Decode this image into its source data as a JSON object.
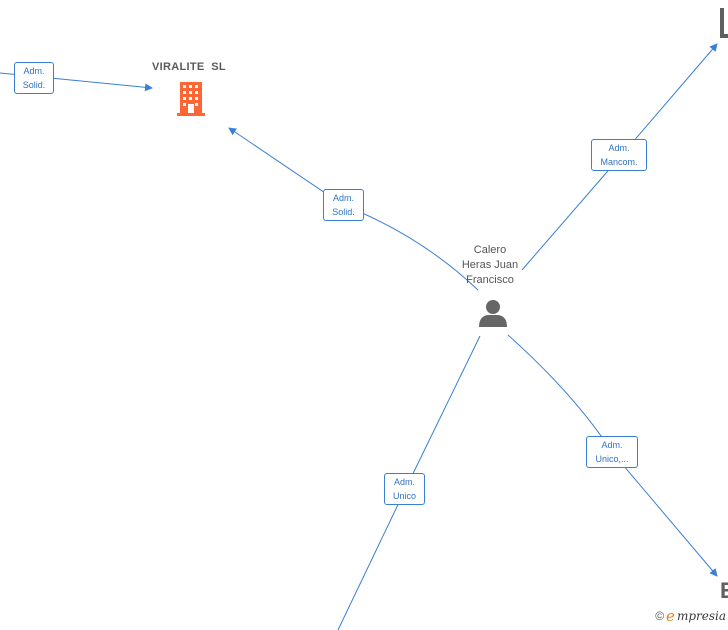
{
  "nodes": {
    "company": {
      "name": "VIRALITE  SL",
      "icon": "building-icon",
      "color": "#ff6633"
    },
    "person": {
      "name_lines": [
        "Calero",
        "Heras Juan",
        "Francisco"
      ],
      "icon": "person-icon",
      "color": "#666666"
    },
    "partial_right_bottom": {
      "text": "E"
    }
  },
  "edges": [
    {
      "id": "left-to-company",
      "label_lines": [
        "Adm.",
        "Solid."
      ]
    },
    {
      "id": "person-to-company",
      "label_lines": [
        "Adm.",
        "Solid."
      ]
    },
    {
      "id": "person-to-top-right",
      "label_lines": [
        "Adm.",
        "Mancom."
      ]
    },
    {
      "id": "person-to-bottom-right",
      "label_lines": [
        "Adm.",
        "Unico,..."
      ]
    },
    {
      "id": "person-to-bottom",
      "label_lines": [
        "Adm.",
        "Unico"
      ]
    }
  ],
  "footer": {
    "copyright": "©",
    "brand_initial": "e",
    "brand_rest": "mpresia"
  },
  "colors": {
    "edge": "#3a7fd5",
    "company_icon": "#ff6633",
    "person_icon": "#666666"
  }
}
